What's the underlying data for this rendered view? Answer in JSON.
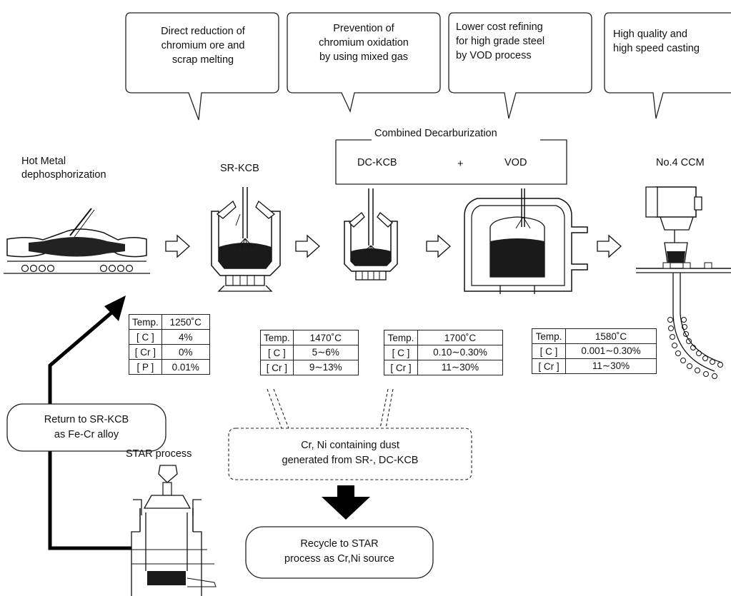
{
  "callouts": [
    {
      "lines": [
        "Direct reduction of",
        "chromium ore and",
        "scrap melting"
      ]
    },
    {
      "lines": [
        "Prevention of",
        "chromium oxidation",
        "by using mixed gas"
      ]
    },
    {
      "lines": [
        "Lower cost refining",
        "for high grade steel",
        "by VOD process"
      ]
    },
    {
      "lines": [
        "High quality and",
        "high speed casting"
      ]
    }
  ],
  "combined": {
    "title": "Combined Decarburization",
    "left": "DC-KCB",
    "plus": "+",
    "right": "VOD"
  },
  "stages": {
    "hot_metal": [
      "Hot Metal",
      "dephosphorization"
    ],
    "sr_kcb": "SR-KCB",
    "ccm": "No.4 CCM",
    "star": "STAR process"
  },
  "tables": [
    {
      "rows": [
        [
          "Temp.",
          "1250˚C"
        ],
        [
          "[ C ]",
          "4%"
        ],
        [
          "[ Cr ]",
          "0%"
        ],
        [
          "[ P ]",
          "0.01%"
        ]
      ]
    },
    {
      "rows": [
        [
          "Temp.",
          "1470˚C"
        ],
        [
          "[ C ]",
          "5∼6%"
        ],
        [
          "[ Cr ]",
          "9∼13%"
        ]
      ]
    },
    {
      "rows": [
        [
          "Temp.",
          "1700˚C"
        ],
        [
          "[ C ]",
          "0.10∼0.30%"
        ],
        [
          "[ Cr ]",
          "11∼30%"
        ]
      ]
    },
    {
      "rows": [
        [
          "Temp.",
          "1580˚C"
        ],
        [
          "[ C ]",
          "0.001∼0.30%"
        ],
        [
          "[ Cr ]",
          "11∼30%"
        ]
      ]
    }
  ],
  "notes": {
    "return": [
      "Return to SR-KCB",
      "as Fe-Cr alloy"
    ],
    "dust": [
      "Cr, Ni containing dust",
      "generated from SR-, DC-KCB"
    ],
    "recycle": [
      "Recycle to STAR",
      "process as Cr,Ni source"
    ]
  }
}
